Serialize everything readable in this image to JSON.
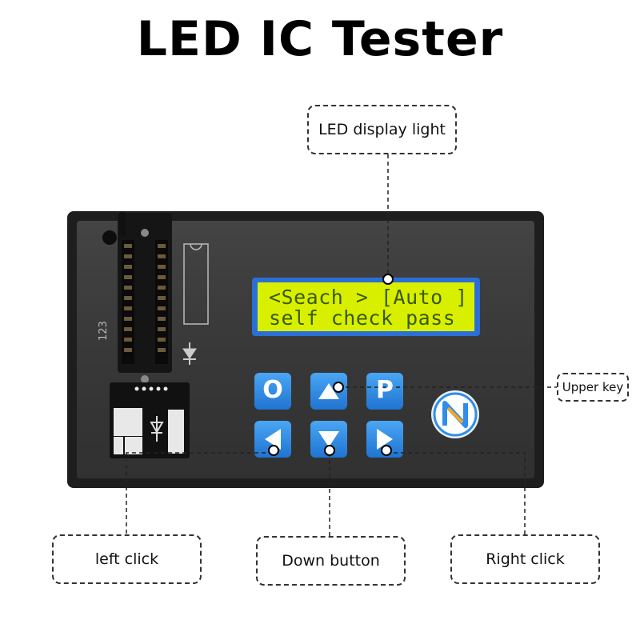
{
  "title": "LED IC Tester",
  "lcd": {
    "line1": "<Seach > [Auto ]",
    "line2": "self check pass"
  },
  "socket_label": "123",
  "buttons": {
    "o_key": "O",
    "p_key": "P"
  },
  "callouts": {
    "display": "LED display light",
    "upper": "Upper key",
    "left": "left click",
    "down": "Down button",
    "right": "Right click"
  },
  "colors": {
    "lcd_bg": "#d8f000",
    "lcd_border": "#2b6fd6",
    "key_blue": "#2f8ee8",
    "panel": "#3a3a3a"
  },
  "icons": {
    "up": "up-triangle-icon",
    "down": "down-triangle-icon",
    "left": "left-triangle-icon",
    "right": "right-triangle-icon",
    "logo": "brand-logo-icon",
    "diode": "diode-symbol-icon"
  }
}
